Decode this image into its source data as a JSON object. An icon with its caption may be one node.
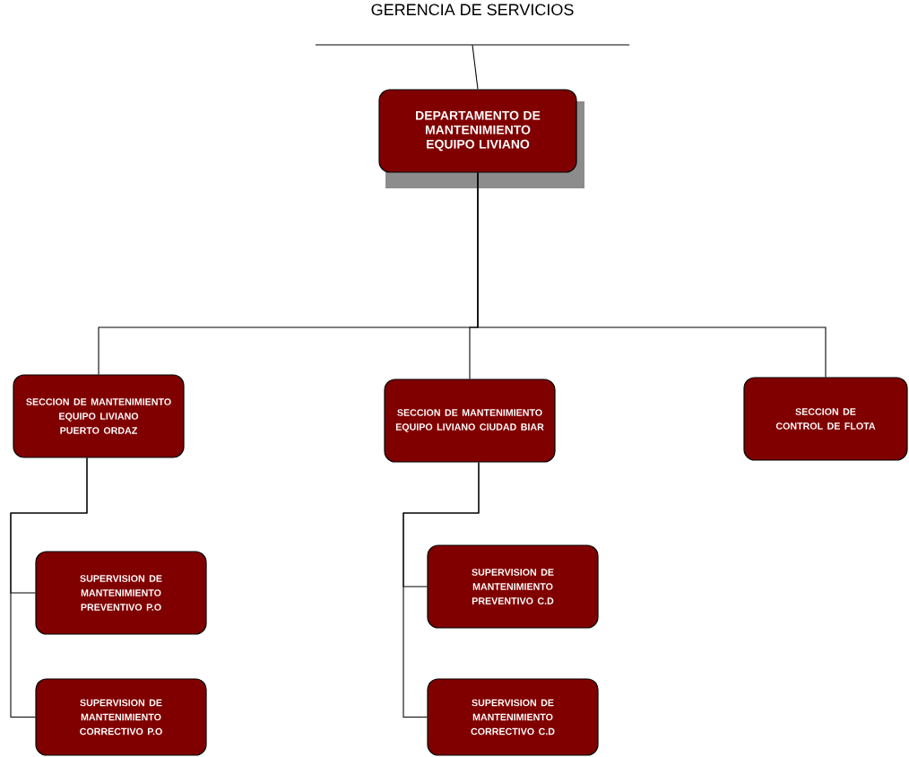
{
  "diagram": {
    "nodes": [
      {
        "text": [
          "GERENCIA DE SERVICIOS"
        ]
      },
      {
        "text": [
          "DEPARTAMENTO DE MANTENIMIENTO EQUIPO LIVIANO"
        ]
      },
      {
        "text": [
          "SECCION DE MANTENIMIENTO EQUIPO LIVIANO PUERTO ORDAZ"
        ]
      },
      {
        "text": [
          "SECCION DE MANTENIMIENTO EQUIPO LIVIANO CIUDAD BIAR"
        ]
      },
      {
        "text": [
          "SECCION DE CONTROL DE FLOTA"
        ]
      },
      {
        "text": [
          "SUPERVISION DE MANTENIMIENTO PREVENTIVO P.O"
        ]
      },
      {
        "text": [
          "SUPERVISION DE MANTENIMIENTO CORRECTIVO P.O"
        ]
      },
      {
        "text": [
          "SUPERVISION DE MANTENIMIENTO PREVENTIVO C.D"
        ]
      },
      {
        "text": [
          "SUPERVISION DE MANTENIMIENTO CORRECTIVO C.D"
        ]
      }
    ],
    "edges": [
      {
        "from": 0,
        "to": 1,
        "arrow": "none"
      },
      {
        "from": 1,
        "to": 2,
        "arrow": "none"
      },
      {
        "from": 1,
        "to": 3,
        "arrow": "none"
      },
      {
        "from": 1,
        "to": 4,
        "arrow": "none"
      },
      {
        "from": 2,
        "to": 5,
        "arrow": "none"
      },
      {
        "from": 2,
        "to": 6,
        "arrow": "none"
      },
      {
        "from": 3,
        "to": 7,
        "arrow": "none"
      },
      {
        "from": 3,
        "to": 8,
        "arrow": "none"
      }
    ]
  }
}
